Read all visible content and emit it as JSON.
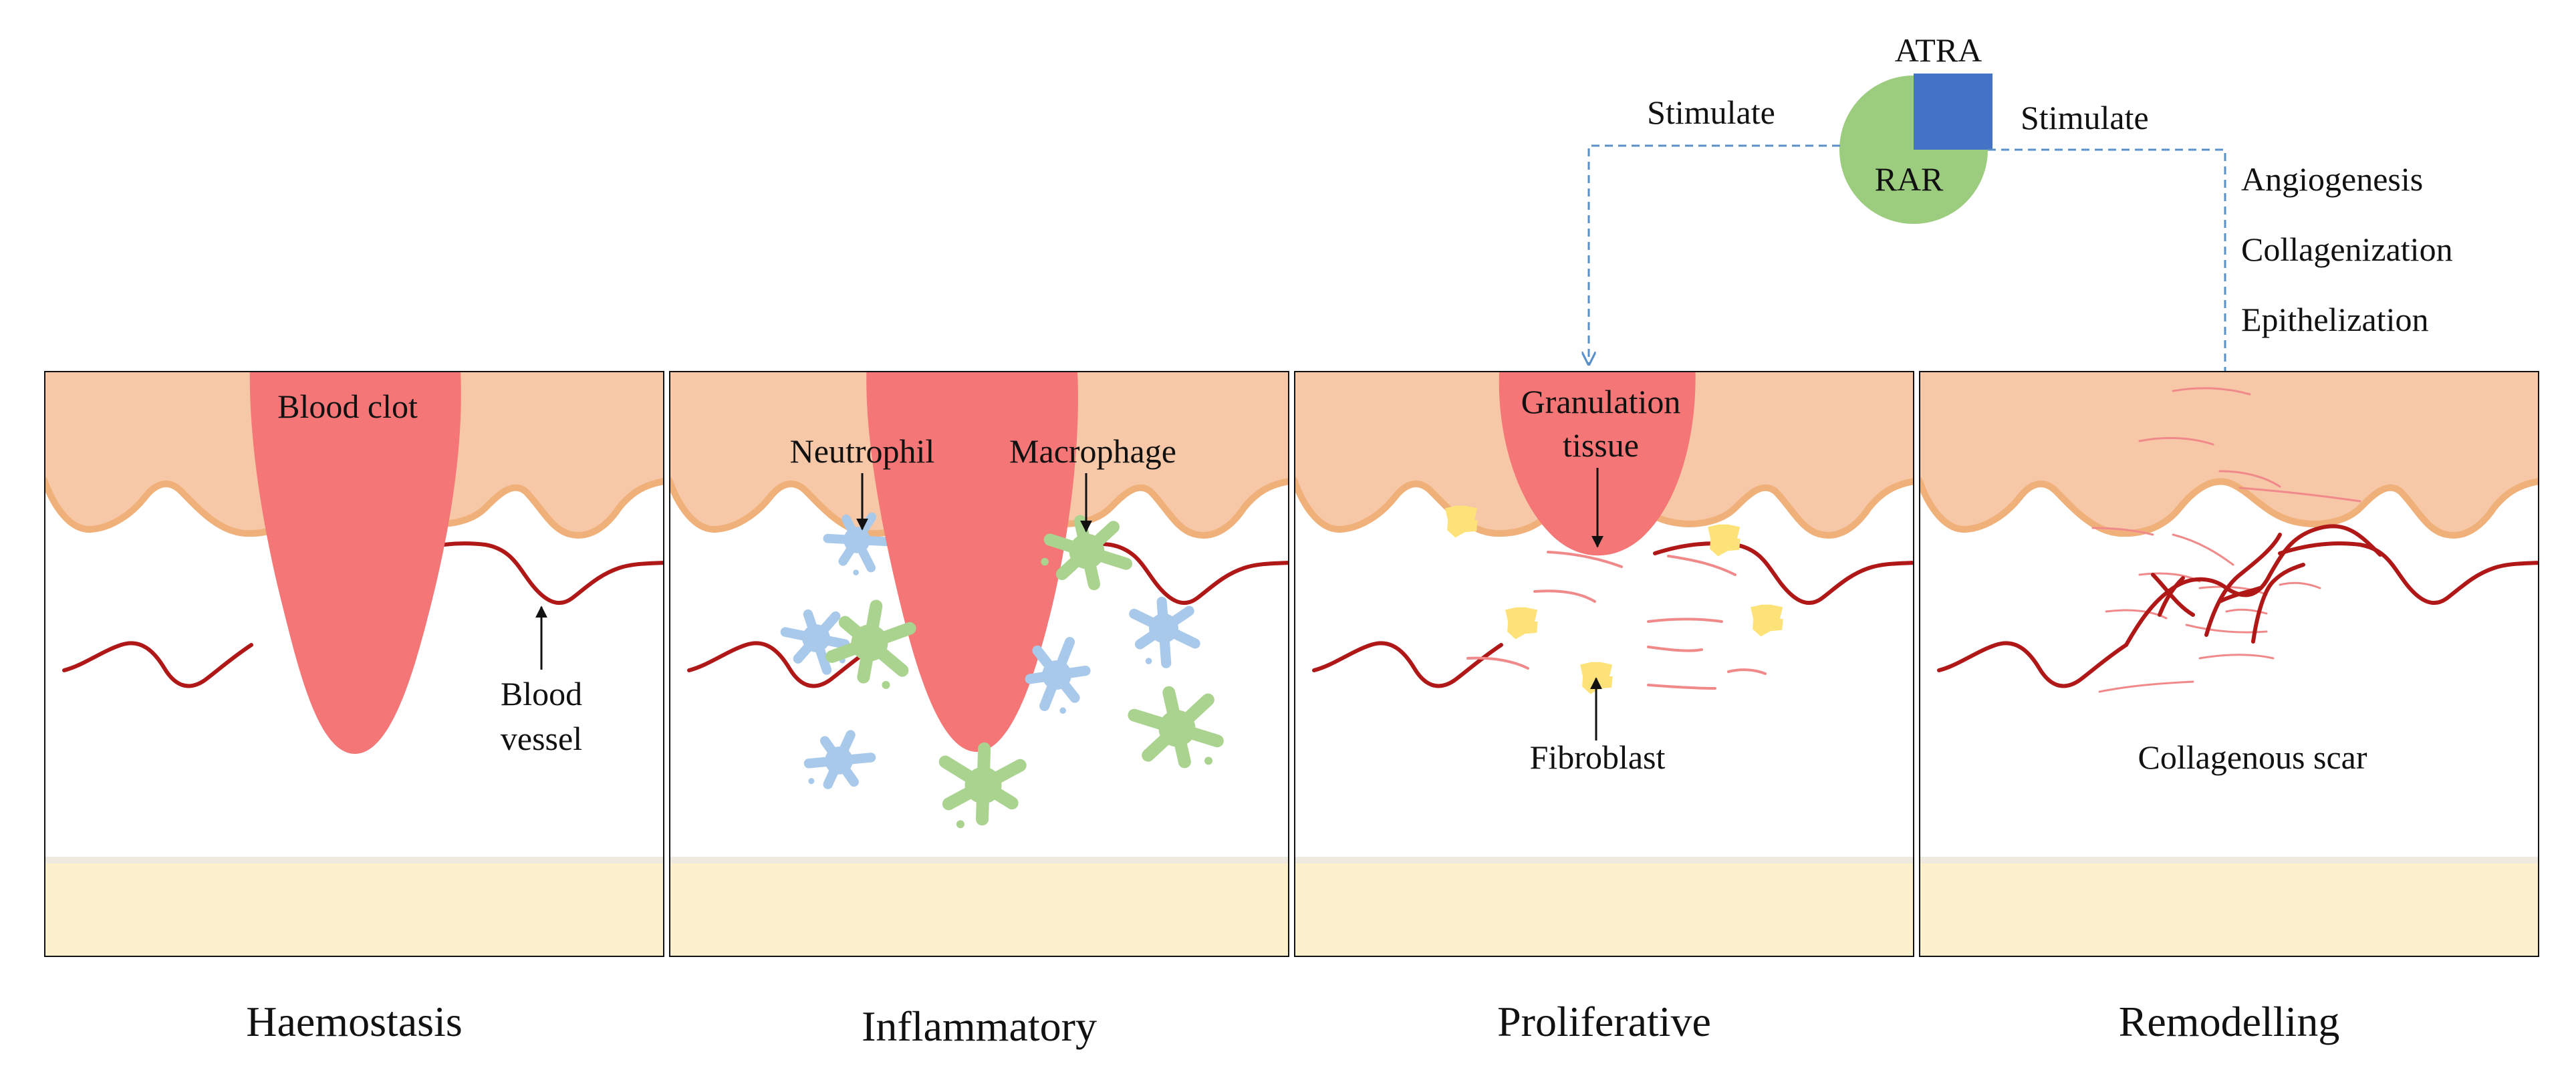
{
  "colors": {
    "skin": "#f6c8a8",
    "skin_edge": "#f0b07a",
    "dermis_base": "#fdf0cd",
    "wound": "#f47676",
    "vessel": "#b01818",
    "collagen": "#f08a8a",
    "neutrophil": "#a9c9ea",
    "macrophage": "#a9d38e",
    "fibroblast": "#fde27a",
    "rar": "#9ccc7e",
    "atra": "#4472c4",
    "dashed_line": "#5a8fc8"
  },
  "receptor": {
    "atra_label": "ATRA",
    "rar_label": "RAR",
    "stimulate_left": "Stimulate",
    "stimulate_right": "Stimulate",
    "effects": [
      "Angiogenesis",
      "Collagenization",
      "Epithelization"
    ]
  },
  "panels": [
    {
      "stage": "Haemostasis",
      "labels": {
        "clot": "Blood clot",
        "vessel_line1": "Blood",
        "vessel_line2": "vessel"
      }
    },
    {
      "stage": "Inflammatory",
      "labels": {
        "neutrophil": "Neutrophil",
        "macrophage": "Macrophage"
      }
    },
    {
      "stage": "Proliferative",
      "labels": {
        "granulation_line1": "Granulation",
        "granulation_line2": "tissue",
        "fibroblast": "Fibroblast"
      }
    },
    {
      "stage": "Remodelling",
      "labels": {
        "scar": "Collagenous scar"
      }
    }
  ]
}
